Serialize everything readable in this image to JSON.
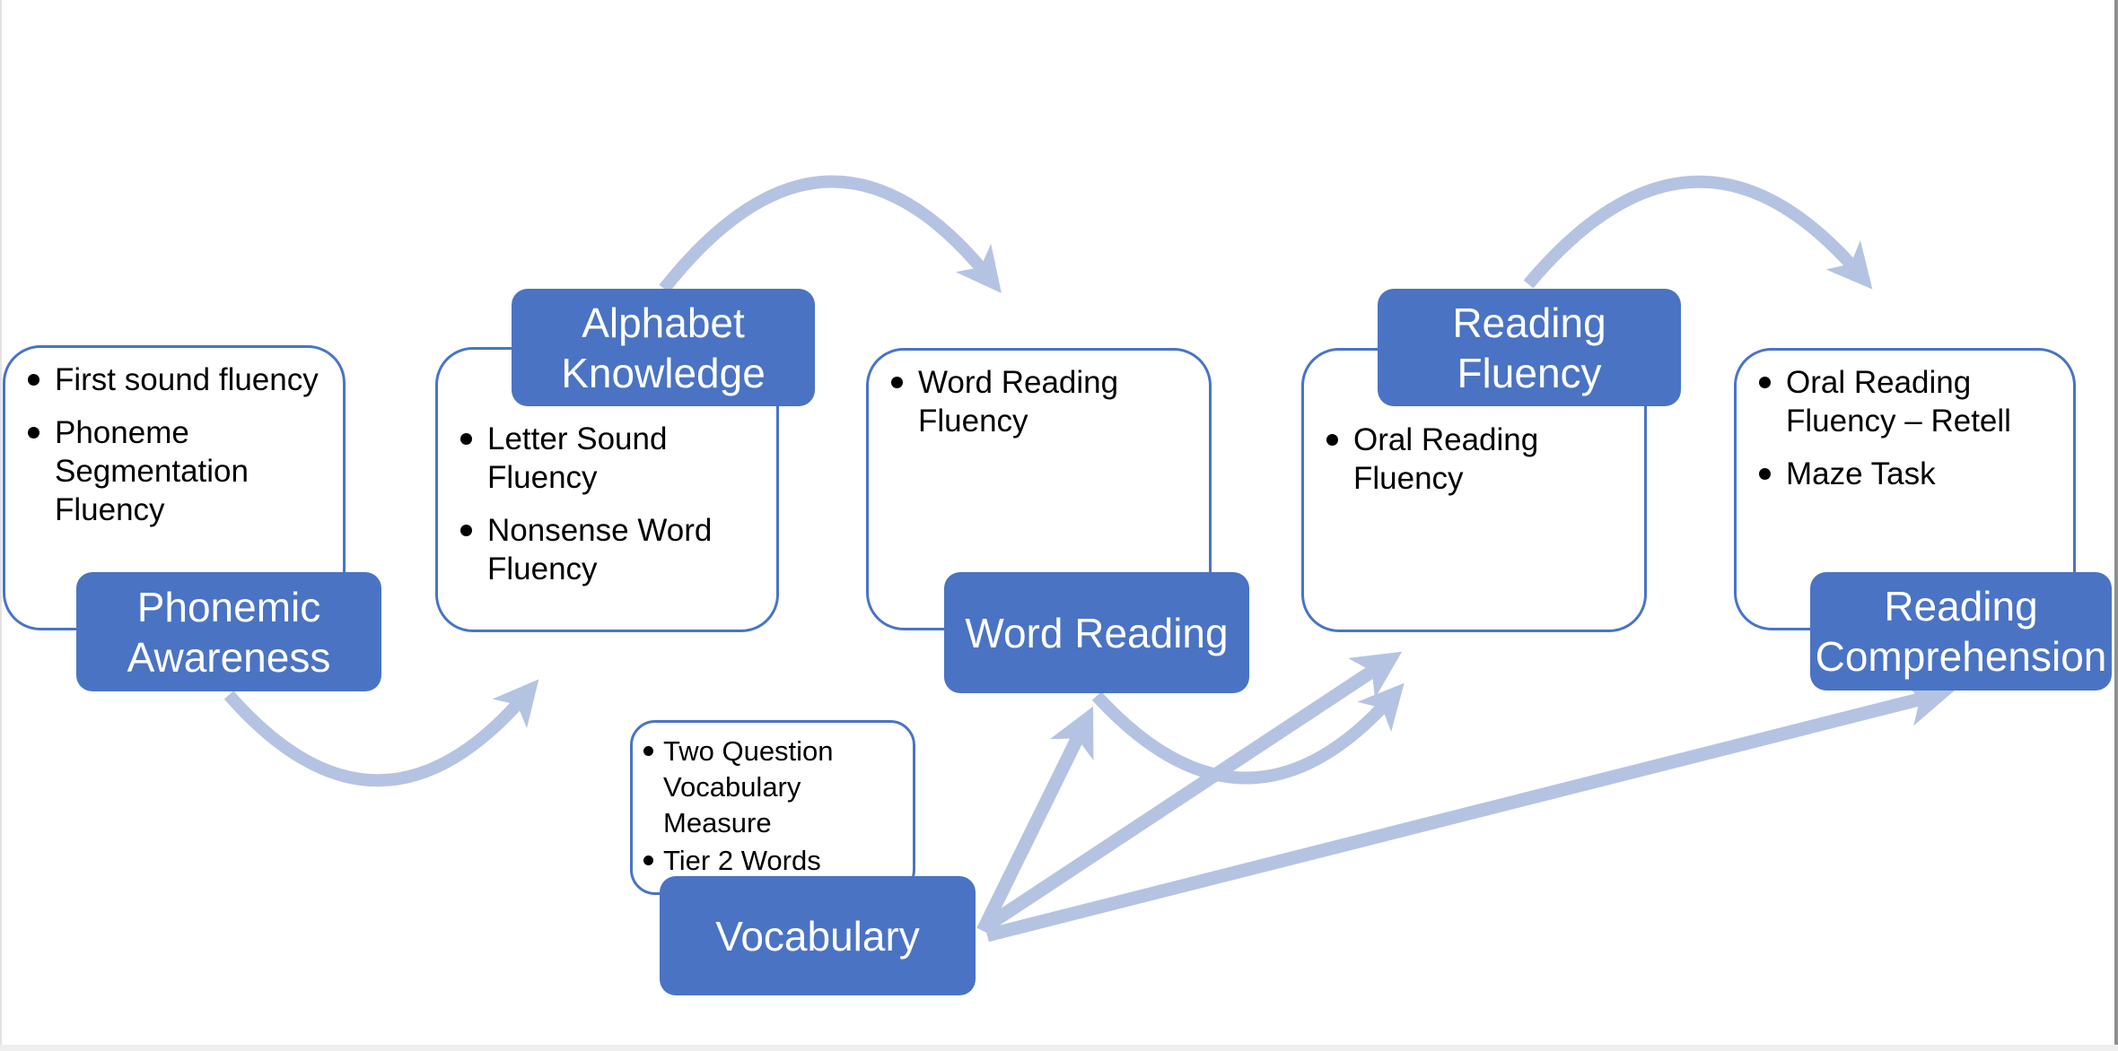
{
  "slide": {
    "background_color": "#ffffff",
    "accent_blue": "#4A73C4",
    "container_border_blue": "#4874C6",
    "connector_light_blue": "#B5C3E3",
    "bullet_text_color": "#000000"
  },
  "stages": [
    {
      "label": "Phonemic\nAwareness",
      "bullets": [
        "First sound fluency",
        "Phoneme\nSegmentation\nFluency"
      ]
    },
    {
      "label": "Alphabet\nKnowledge",
      "bullets": [
        "Letter Sound\nFluency",
        "Nonsense Word\nFluency"
      ]
    },
    {
      "label": "Word Reading",
      "bullets": [
        "Word Reading\nFluency"
      ]
    },
    {
      "label": "Reading\nFluency",
      "bullets": [
        "Oral Reading\nFluency"
      ]
    },
    {
      "label": "Reading\nComprehension",
      "bullets": [
        "Oral Reading\nFluency – Retell",
        "Maze Task"
      ]
    },
    {
      "label": "Vocabulary",
      "bullets": [
        "Two Question\nVocabulary\nMeasure",
        "Tier 2 Words"
      ]
    }
  ],
  "connectors": [
    {
      "from": "Phonemic Awareness",
      "to": "Alphabet Knowledge",
      "style": "arc-below"
    },
    {
      "from": "Alphabet Knowledge",
      "to": "Word Reading",
      "style": "arc-above"
    },
    {
      "from": "Word Reading",
      "to": "Reading Fluency",
      "style": "arc-below"
    },
    {
      "from": "Reading Fluency",
      "to": "Reading Comprehension",
      "style": "arc-above"
    },
    {
      "from": "Vocabulary",
      "to": "Word Reading",
      "style": "straight"
    },
    {
      "from": "Vocabulary",
      "to": "Reading Fluency",
      "style": "straight"
    },
    {
      "from": "Vocabulary",
      "to": "Reading Comprehension",
      "style": "straight"
    }
  ]
}
